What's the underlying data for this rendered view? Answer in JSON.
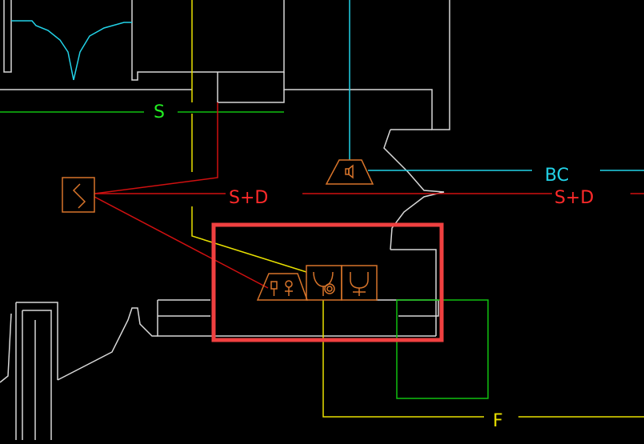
{
  "labels": {
    "s": "S",
    "sd_left": "S+D",
    "sd_right": "S+D",
    "bc": "BC",
    "f": "F"
  },
  "colors": {
    "background": "#000000",
    "wall": "#d8d8d8",
    "cyan": "#22d3e8",
    "yellow": "#e8e000",
    "green": "#10c010",
    "label_green": "#22ee22",
    "red": "#d01010",
    "label_red": "#ff2a2a",
    "device": "#d8742a",
    "highlight": "#f04040"
  },
  "symbols": [
    "switch-icon",
    "speaker-icon",
    "keypad-device-icon",
    "sink-device-icon",
    "fork-device-icon"
  ]
}
